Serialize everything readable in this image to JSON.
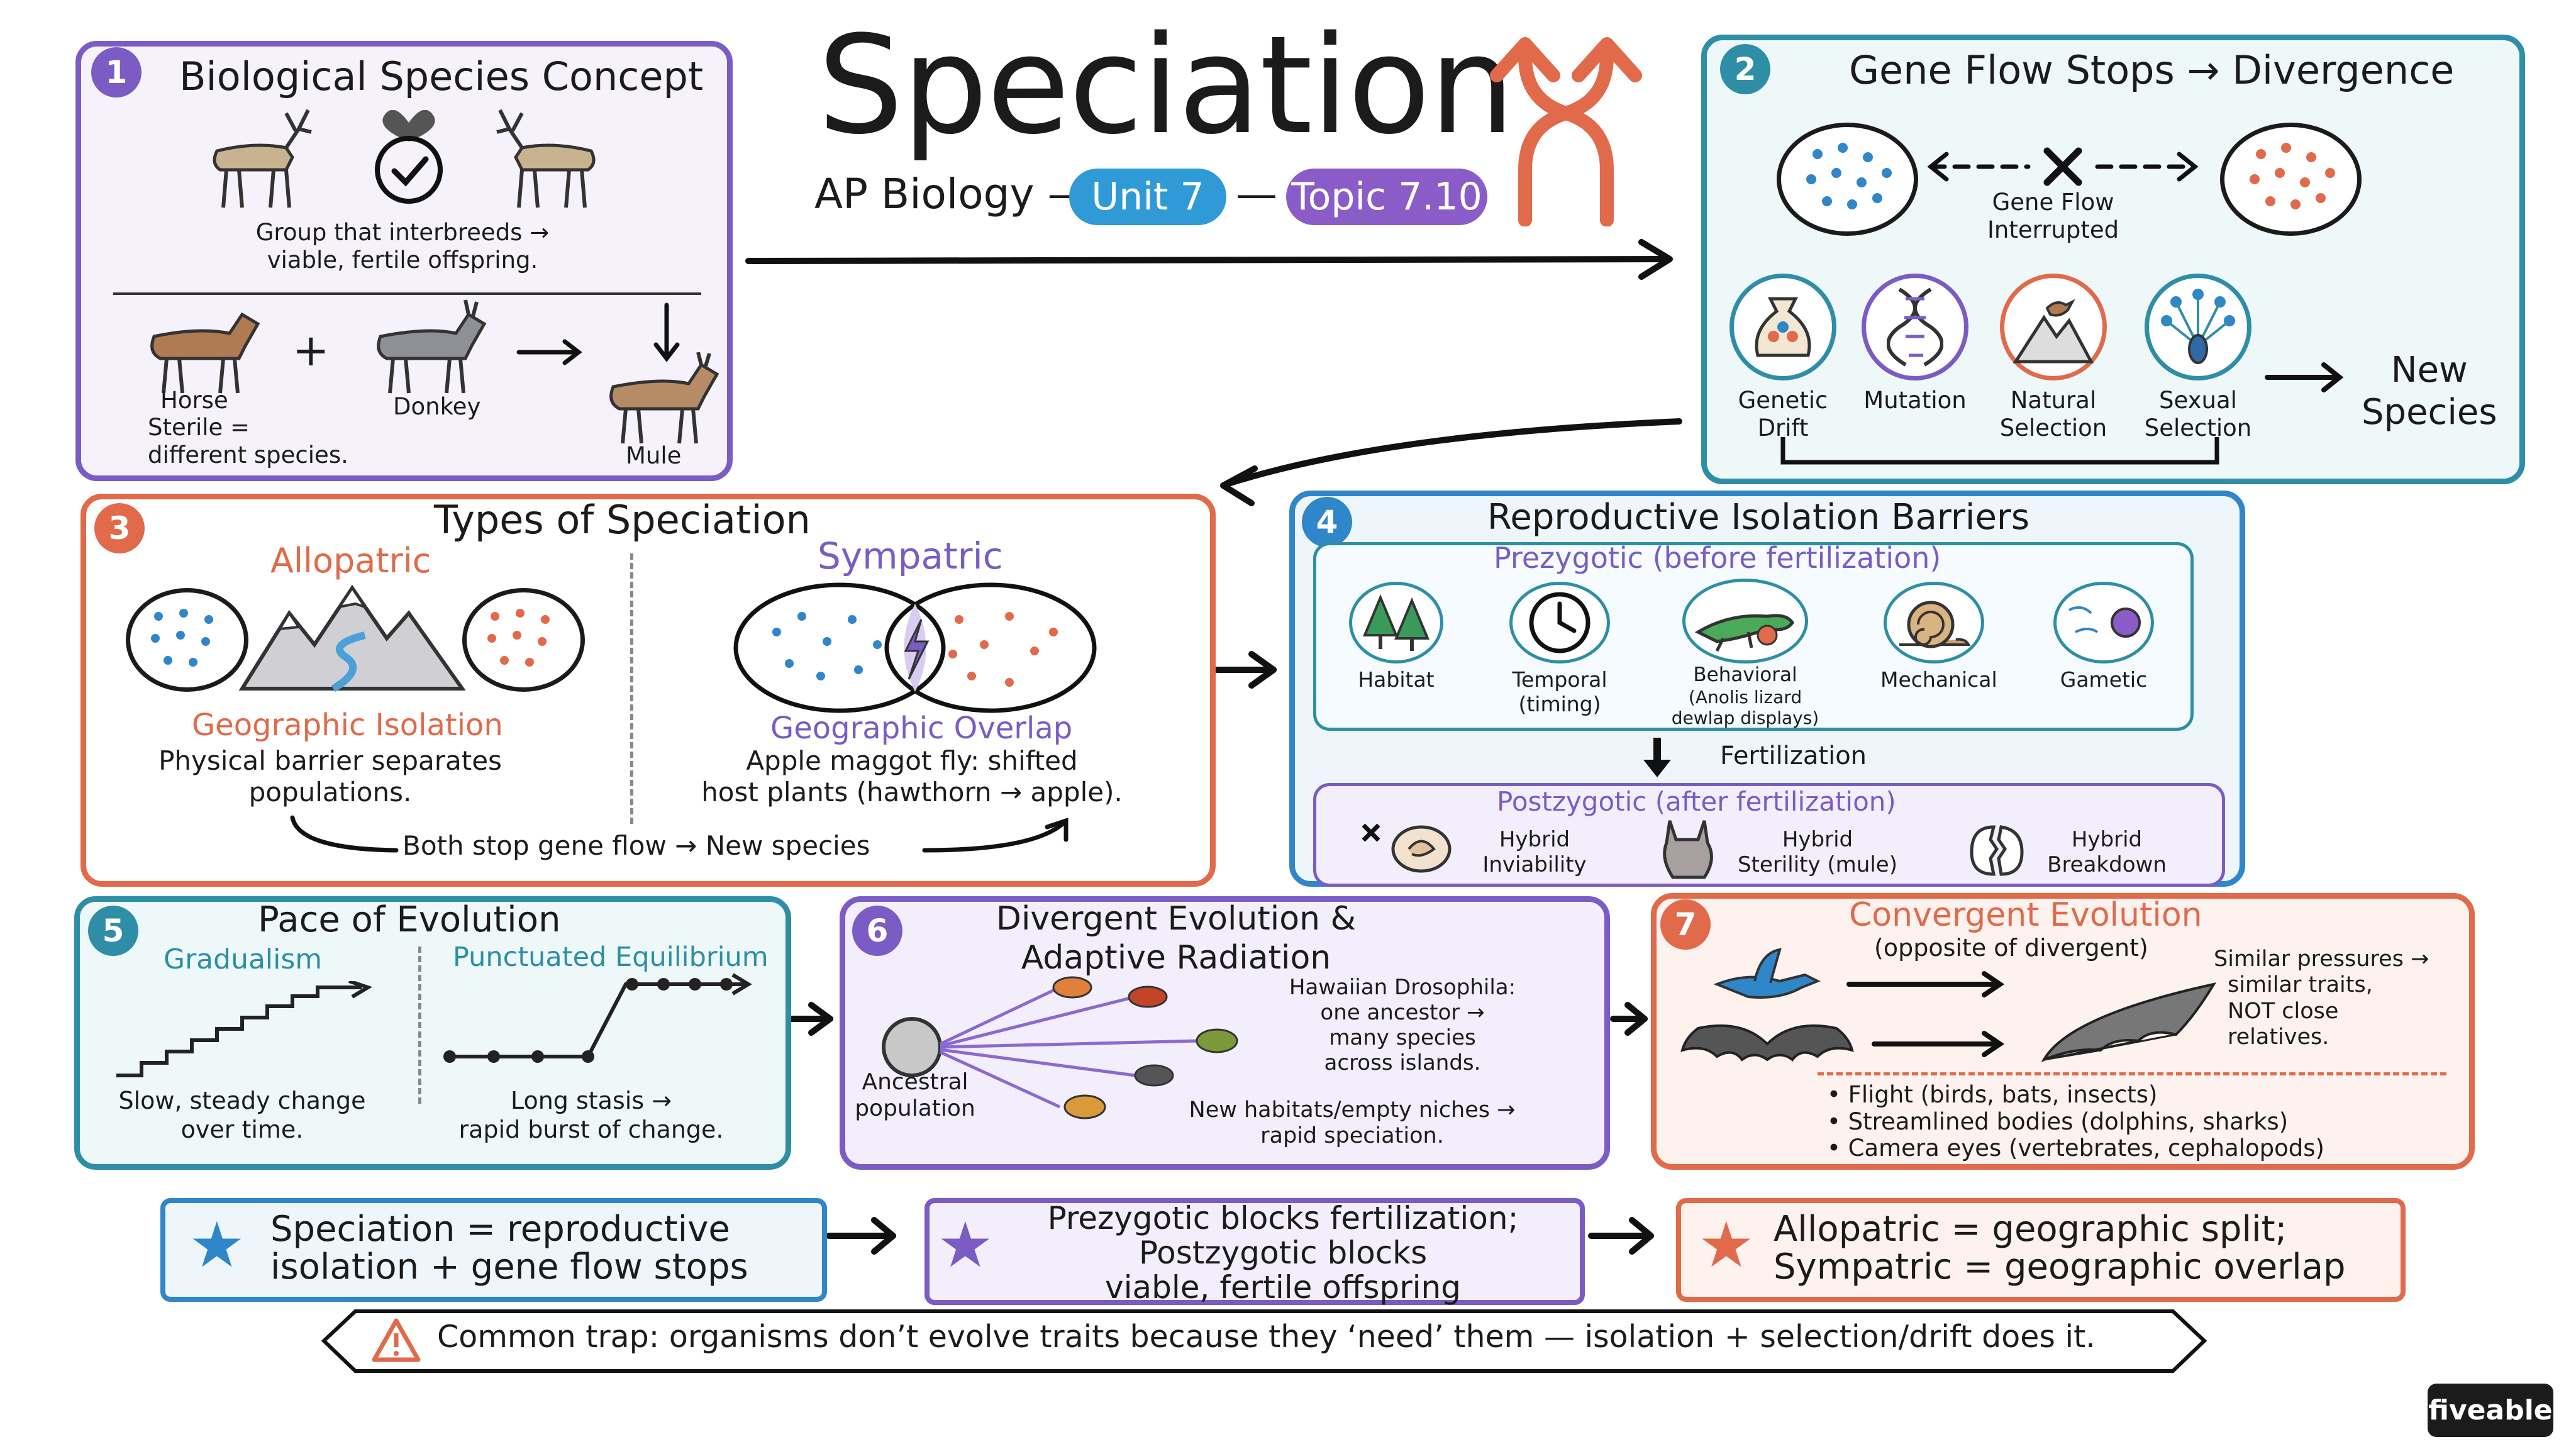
{
  "title": "Speciation",
  "subtitle_prefix": "AP Biology —",
  "unit_pill": "Unit 7",
  "dash": "—",
  "topic_pill": "Topic 7.10",
  "colors": {
    "purple": "#7a5cc4",
    "teal": "#2e8ea6",
    "orange": "#e06a4a",
    "blue": "#2f86c8"
  },
  "p1": {
    "num": "1",
    "title": "Biological Species Concept",
    "def": [
      "Group that interbreeds →",
      "viable, fertile offspring."
    ],
    "horse": "Horse",
    "plus": "+",
    "donkey": "Donkey",
    "mule": "Mule",
    "sterile": [
      "Sterile =",
      "different species."
    ]
  },
  "p2": {
    "num": "2",
    "title": "Gene Flow Stops → Divergence",
    "gene_flow": [
      "Gene Flow",
      "Interrupted"
    ],
    "factors": [
      [
        "Genetic",
        "Drift"
      ],
      [
        "Mutation"
      ],
      [
        "Natural",
        "Selection"
      ],
      [
        "Sexual",
        "Selection"
      ]
    ],
    "new_species": [
      "New",
      "Species"
    ]
  },
  "p3": {
    "num": "3",
    "title": "Types of Speciation",
    "allo": "Allopatric",
    "sym": "Sympatric",
    "geo_iso": "Geographic Isolation",
    "geo_iso_desc": [
      "Physical barrier separates",
      "populations."
    ],
    "geo_overlap": "Geographic Overlap",
    "geo_overlap_desc": [
      "Apple maggot fly: shifted",
      "host plants (hawthorn → apple)."
    ],
    "both": "Both stop gene flow → New species"
  },
  "p4": {
    "num": "4",
    "title": "Reproductive Isolation Barriers",
    "pre": "Prezygotic (before fertilization)",
    "pre_items": [
      [
        "Habitat"
      ],
      [
        "Temporal",
        "(timing)"
      ],
      [
        "Behavioral",
        "(Anolis lizard",
        "dewlap displays)"
      ],
      [
        "Mechanical"
      ],
      [
        "Gametic"
      ]
    ],
    "fert": "Fertilization",
    "post": "Postzygotic (after fertilization)",
    "post_items": [
      [
        "Hybrid",
        "Inviability"
      ],
      [
        "Hybrid",
        "Sterility (mule)"
      ],
      [
        "Hybrid",
        "Breakdown"
      ]
    ]
  },
  "p5": {
    "num": "5",
    "title": "Pace of Evolution",
    "grad": "Gradualism",
    "punc": "Punctuated Equilibrium",
    "grad_desc": [
      "Slow, steady change",
      "over time."
    ],
    "punc_desc": [
      "Long stasis →",
      "rapid burst of change."
    ]
  },
  "p6": {
    "num": "6",
    "title": [
      "Divergent Evolution &",
      "Adaptive Radiation"
    ],
    "ancestral": [
      "Ancestral",
      "population"
    ],
    "hawaii": [
      "Hawaiian Drosophila:",
      "one ancestor →",
      "many species",
      "across islands."
    ],
    "niches": [
      "New habitats/empty niches →",
      "rapid speciation."
    ]
  },
  "p7": {
    "num": "7",
    "title": "Convergent Evolution",
    "sub": "(opposite of divergent)",
    "sim": [
      "Similar pressures →",
      "similar traits,",
      "NOT close",
      "relatives."
    ],
    "bullets": [
      "Flight (birds, bats, insects)",
      "Streamlined bodies (dolphins, sharks)",
      "Camera eyes (vertebrates, cephalopods)"
    ]
  },
  "summary": [
    [
      "Speciation = reproductive",
      "isolation + gene flow stops"
    ],
    [
      "Prezygotic blocks fertilization;",
      "Postzygotic blocks",
      "viable, fertile offspring"
    ],
    [
      "Allopatric = geographic split;",
      "Sympatric = geographic overlap"
    ]
  ],
  "trap": "Common trap: organisms don’t evolve traits because they ‘need’ them — isolation + selection/drift does it.",
  "brand": "fiveable"
}
